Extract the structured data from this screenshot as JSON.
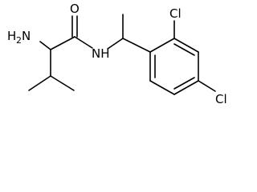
{
  "molecule": {
    "atom_labels": {
      "amine": "H",
      "amine_sub": "2",
      "amine_n": "N",
      "oxygen": "O",
      "amide_nh": "NH",
      "chlorine_ortho": "Cl",
      "chlorine_para": "Cl"
    },
    "colors": {
      "bond": "#000000",
      "label": "#000000",
      "background": "#ffffff"
    }
  }
}
